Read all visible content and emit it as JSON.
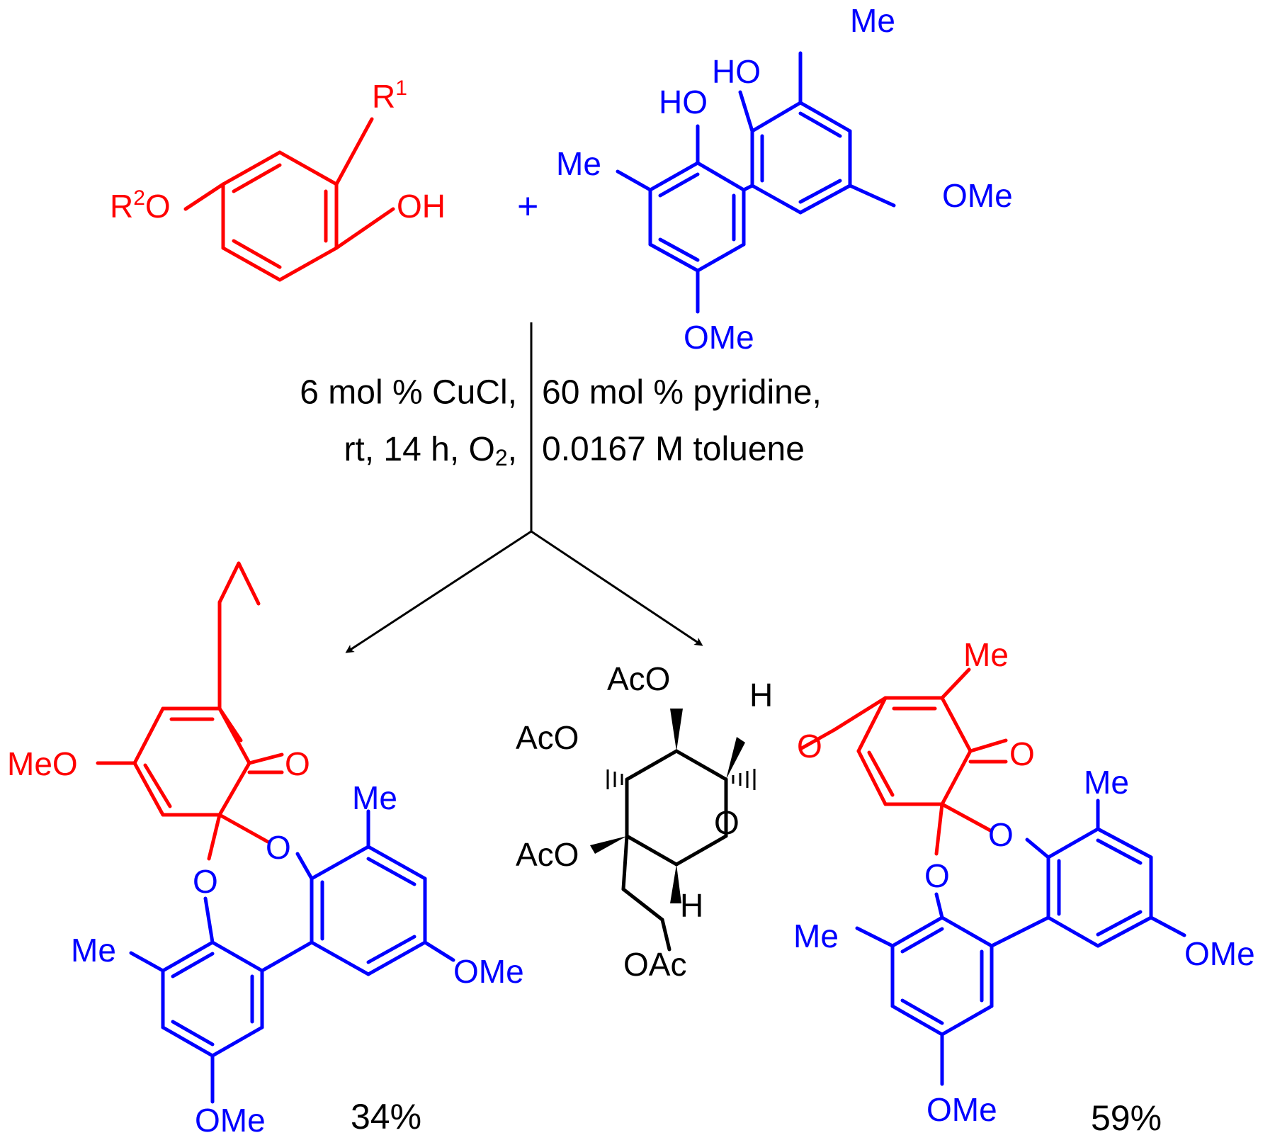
{
  "colors": {
    "substrate": "#ff0000",
    "biphenol": "#0000ff",
    "reagent_and_arrows": "#000000"
  },
  "reactant_phenol": {
    "r1": "R",
    "r1_sup": "1",
    "r2": "R",
    "r2_sup": "2",
    "o_link": "O",
    "oh": "OH"
  },
  "plus": "+",
  "reactant_biphenol": {
    "ho_left": "HO",
    "ho_right": "HO",
    "me_top": "Me",
    "me_left": "Me",
    "ome_right": "OMe",
    "ome_bottom": "OMe"
  },
  "conditions": {
    "left_line1": "6 mol % CuCl,",
    "left_line2_pre": "rt, 14 h, O",
    "left_line2_sub": "2",
    "left_line2_post": ",",
    "right_line1": "60 mol % pyridine,",
    "right_line2": "0.0167 M toluene"
  },
  "product_left": {
    "meo": "MeO",
    "ketone_o": "O",
    "o_upper": "O",
    "o_lower": "O",
    "me": "Me",
    "me_left": "Me",
    "ome_right": "OMe",
    "ome_bottom": "OMe",
    "yield": "34%"
  },
  "product_right": {
    "sugar": {
      "aco_top": "AcO",
      "aco_mid": "AcO",
      "aco_low": "AcO",
      "oac": "OAc",
      "ring_o": "O",
      "h_top": "H",
      "h_bottom": "H"
    },
    "glycoside_o": "O",
    "me_top": "Me",
    "ketone_o": "O",
    "o_upper": "O",
    "o_lower": "O",
    "me": "Me",
    "me_left": "Me",
    "ome_right": "OMe",
    "ome_bottom": "OMe",
    "yield": "59%"
  }
}
